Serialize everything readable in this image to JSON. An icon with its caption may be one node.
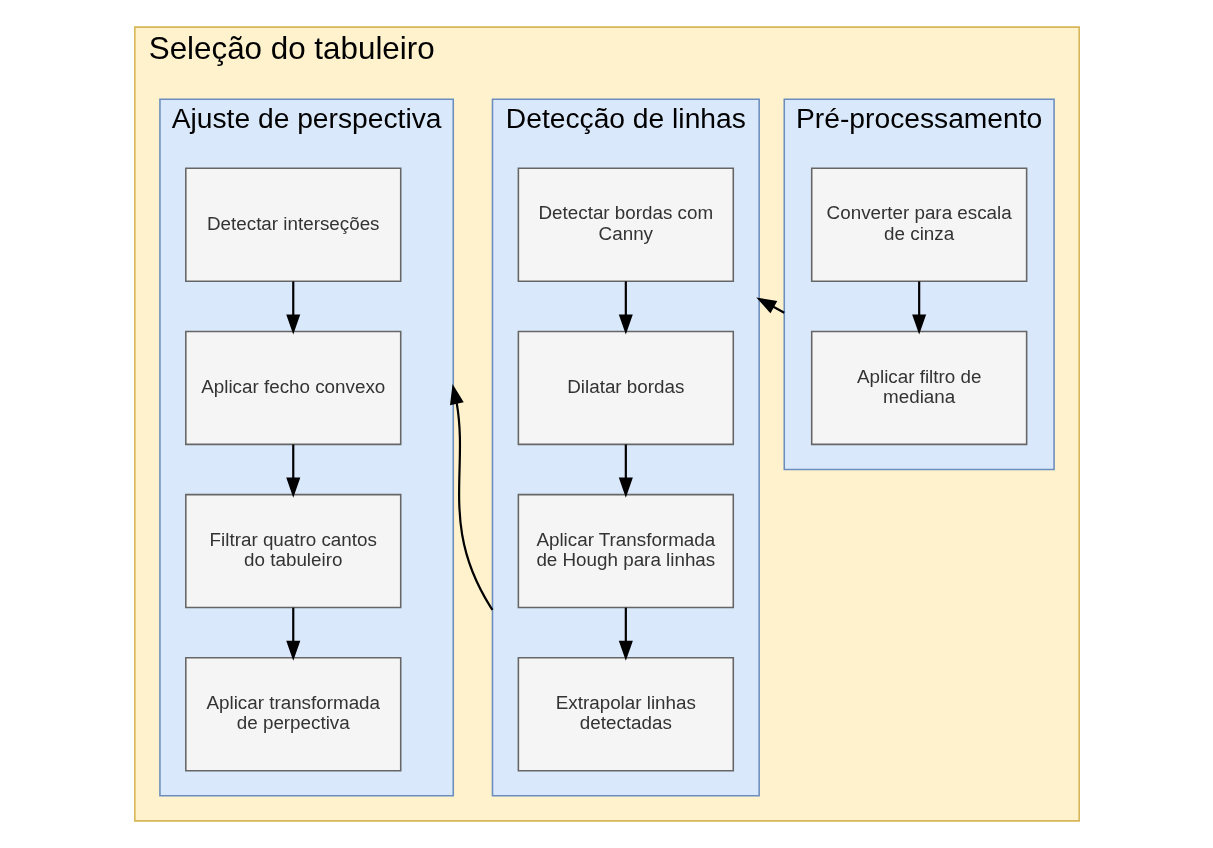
{
  "diagram": {
    "nodes": [
      {
        "text": [
          "Seleção do tabuleiro"
        ]
      },
      {
        "text": [
          "Pré-processamento"
        ],
        "in": 0
      },
      {
        "text": [
          "Converter para escala de cinza"
        ],
        "in": 1
      },
      {
        "text": [
          "Aplicar filtro de mediana"
        ],
        "in": 1
      },
      {
        "text": [
          "Detecção de linhas"
        ],
        "in": 0
      },
      {
        "text": [
          "Detectar bordas com Canny"
        ],
        "in": 4
      },
      {
        "text": [
          "Dilatar bordas"
        ],
        "in": 4
      },
      {
        "text": [
          "Aplicar Transformada de Hough para linhas"
        ],
        "in": 4
      },
      {
        "text": [
          "Extrapolar linhas detectadas"
        ],
        "in": 4
      },
      {
        "text": [
          "Ajuste de perspectiva"
        ],
        "in": 0
      },
      {
        "text": [
          "Detectar interseções"
        ],
        "in": 9
      },
      {
        "text": [
          "Aplicar fecho convexo"
        ],
        "in": 9
      },
      {
        "text": [
          "Filtrar quatro cantos do tabuleiro"
        ],
        "in": 9
      },
      {
        "text": [
          "Aplicar transformada de perpectiva"
        ],
        "in": 9
      }
    ],
    "edges": [
      {
        "from": 2,
        "to": 3,
        "arrow": "to"
      },
      {
        "from": 1,
        "to": 4,
        "arrow": "to"
      },
      {
        "from": 5,
        "to": 6,
        "arrow": "to"
      },
      {
        "from": 6,
        "to": 7,
        "arrow": "to"
      },
      {
        "from": 7,
        "to": 8,
        "arrow": "to"
      },
      {
        "from": 4,
        "to": 9,
        "arrow": "to"
      },
      {
        "from": 10,
        "to": 11,
        "arrow": "to"
      },
      {
        "from": 11,
        "to": 12,
        "arrow": "to"
      },
      {
        "from": 12,
        "to": 13,
        "arrow": "to"
      }
    ]
  }
}
